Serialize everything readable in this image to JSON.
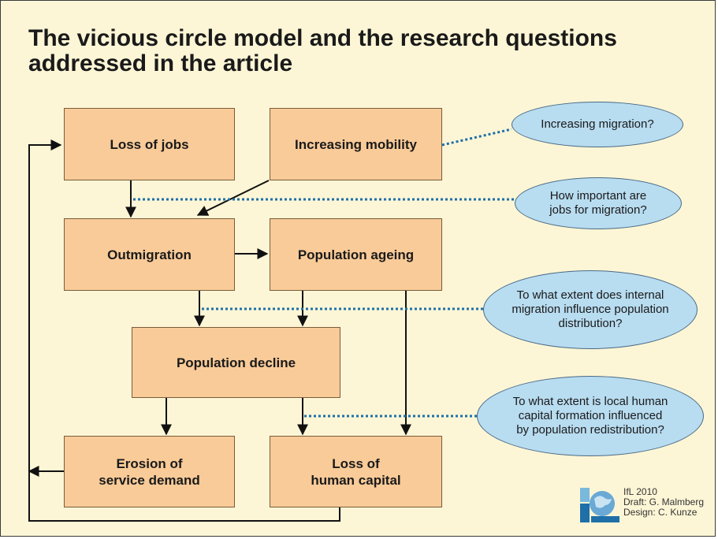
{
  "title": "The vicious circle model and the research questions addressed in the article",
  "boxes": {
    "loss_of_jobs": "Loss of jobs",
    "increasing_mobility": "Increasing mobility",
    "outmigration": "Outmigration",
    "population_ageing": "Population ageing",
    "population_decline": "Population decline",
    "erosion_of_service_demand": "Erosion of\nservice demand",
    "loss_of_human_capital": "Loss of\nhuman capital"
  },
  "questions": {
    "q1": "Increasing migration?",
    "q2": "How important are\njobs for migration?",
    "q3": "To what extent does internal\nmigration influence population\ndistribution?",
    "q4": "To what extent is local human\ncapital formation influenced\nby population redistribution?"
  },
  "credits": "IfL 2010\nDraft: G. Malmberg\nDesign: C. Kunze",
  "colors": {
    "background": "#fdf6d6",
    "box_fill": "#f9cb98",
    "question_fill": "#b8dcf0",
    "arrow": "#111111",
    "dotted_line": "#1f6fa8"
  },
  "logo_icon": "ifl-globe-logo-icon"
}
